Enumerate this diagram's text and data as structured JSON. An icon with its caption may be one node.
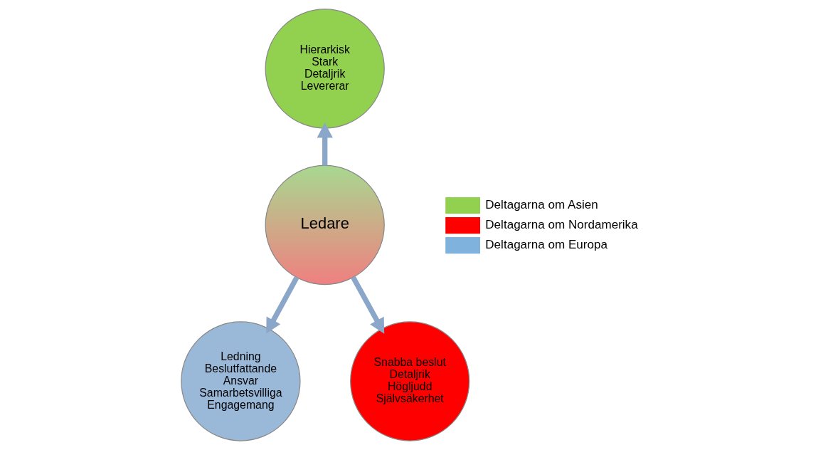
{
  "diagram": {
    "nodes": [
      {
        "text": [
          "Hierarkisk",
          "Stark",
          "Detaljrik",
          "Levererar"
        ]
      },
      {
        "text": [
          "Ledare"
        ]
      },
      {
        "text": [
          "Ledning",
          "Beslutfattande",
          "Ansvar",
          "Samarbetsvilliga",
          "Engagemang"
        ]
      },
      {
        "text": [
          "Snabba beslut",
          "Detaljrik",
          "Högljudd",
          "Självsäkerhet"
        ]
      }
    ],
    "edges": [
      {
        "from": 1,
        "to": 0,
        "arrow": "to"
      },
      {
        "from": 1,
        "to": 2,
        "arrow": "to"
      },
      {
        "from": 1,
        "to": 3,
        "arrow": "to"
      }
    ],
    "legend": [
      {
        "text": "Deltagarna om Asien",
        "color": "#92d050"
      },
      {
        "text": "Deltagarna om Nordamerika",
        "color": "#ff0000"
      },
      {
        "text": "Deltagarna om Europa",
        "color": "#7fb2dc"
      }
    ]
  }
}
